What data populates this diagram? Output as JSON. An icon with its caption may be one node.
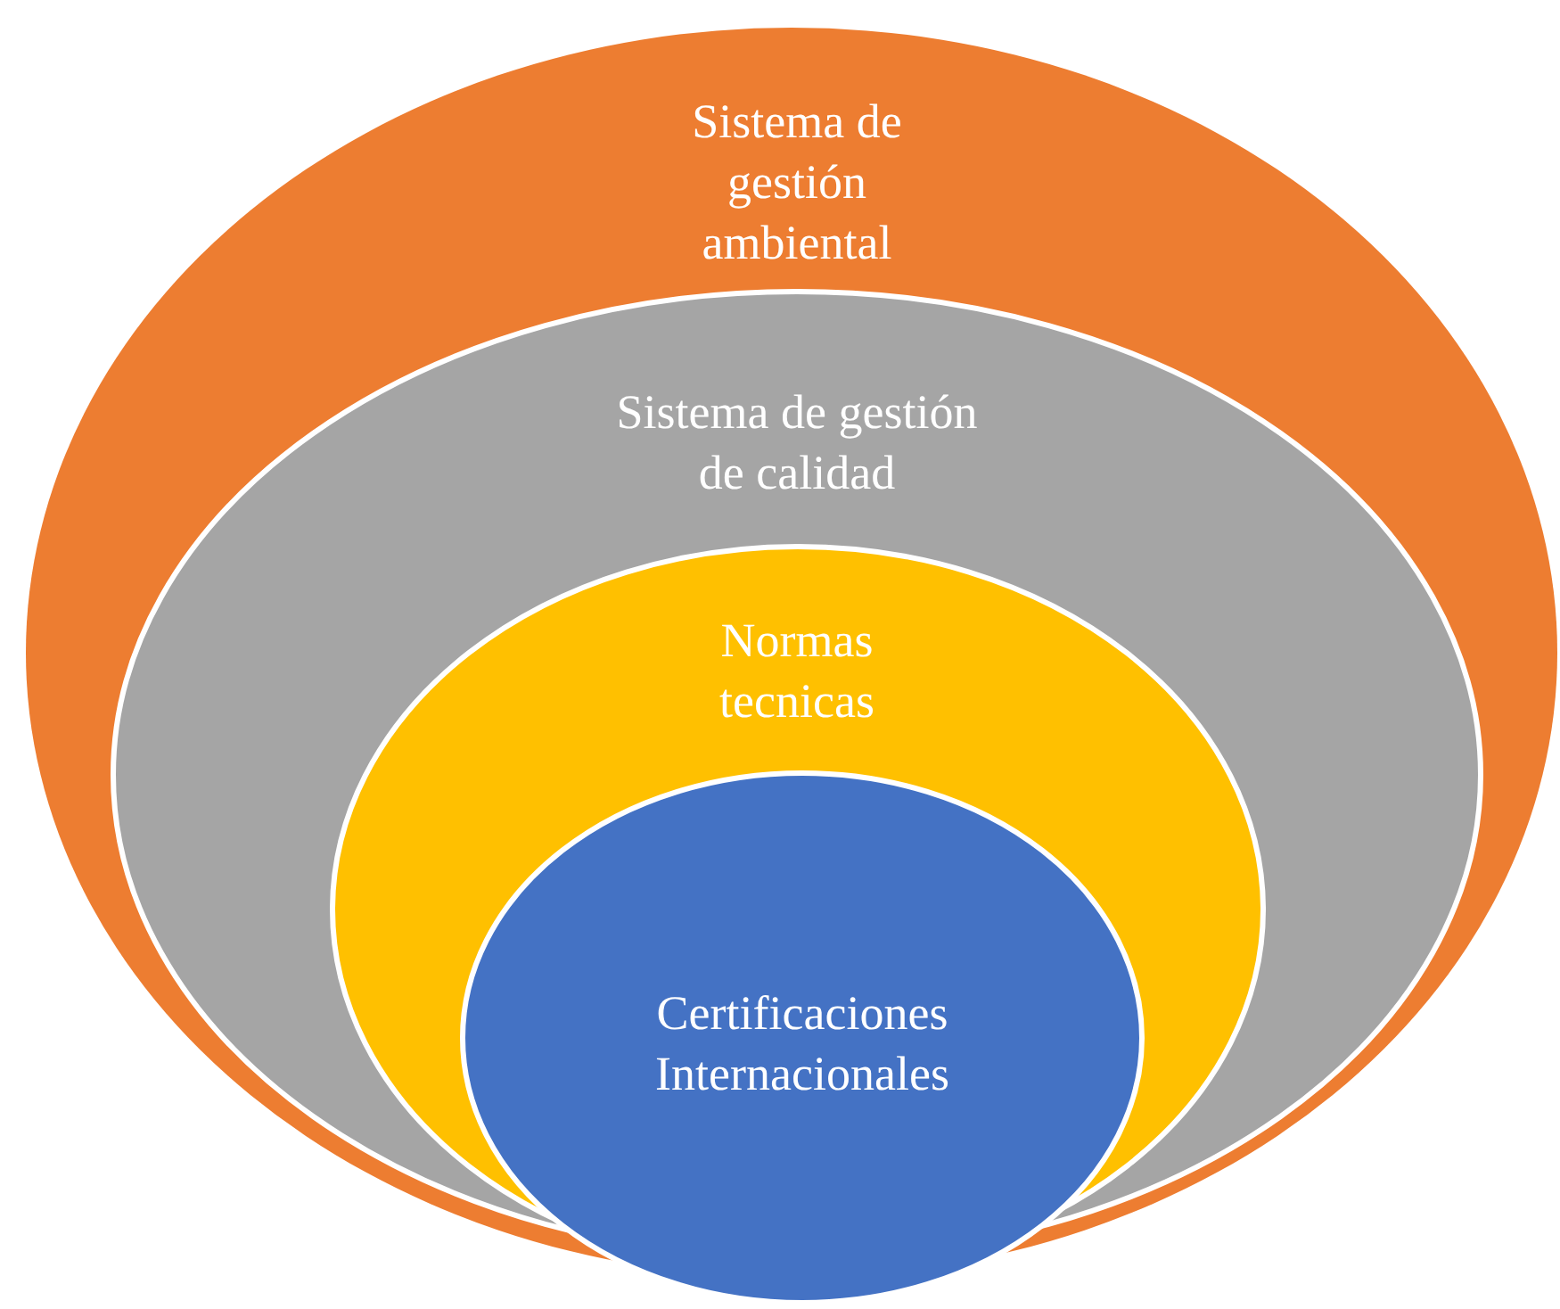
{
  "diagram": {
    "nodes": [
      {
        "text": [
          "Sistema de gestión ambiental"
        ]
      },
      {
        "text": [
          "Sistema de gestión de calidad"
        ],
        "in": 0
      },
      {
        "text": [
          "Normas tecnicas"
        ],
        "in": 1
      },
      {
        "text": [
          "Certificaciones Internacionales"
        ],
        "in": 2
      }
    ]
  }
}
